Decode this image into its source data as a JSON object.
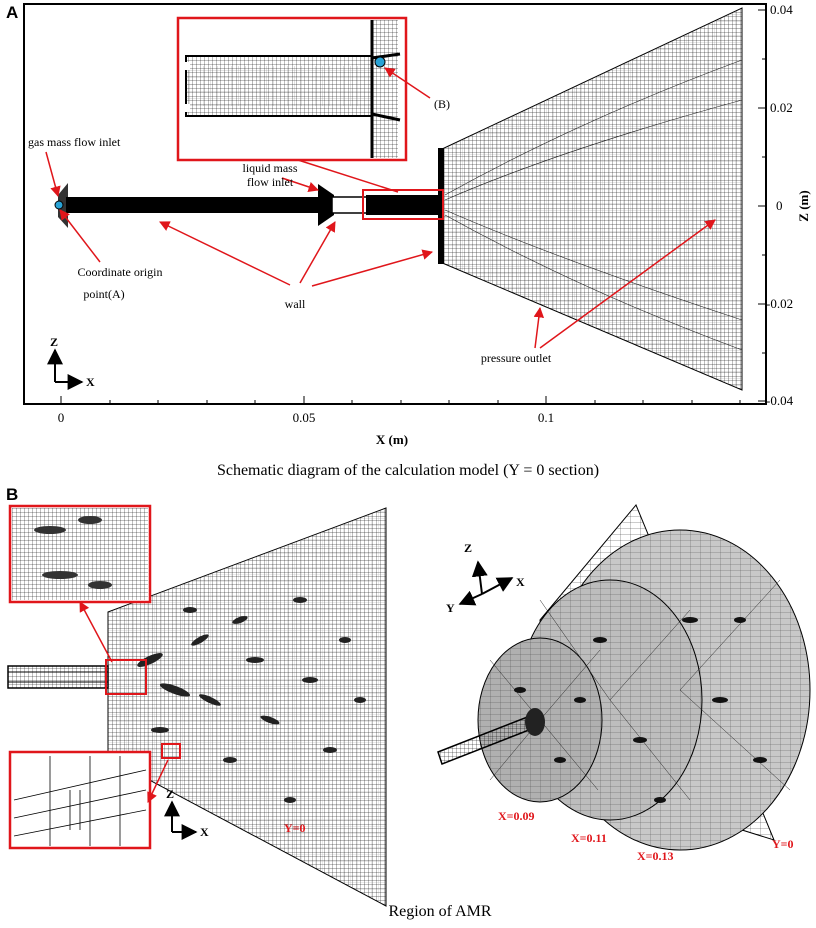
{
  "panel_a": {
    "letter": "A",
    "x_axis_label": "X (m)",
    "z_axis_label": "Z (m)",
    "x_ticks": [
      "0",
      "0.05",
      "0.1"
    ],
    "z_ticks": [
      "0.04",
      "0.02",
      "0",
      "-0.02",
      "-0.04"
    ],
    "labels": {
      "gas_inlet": "gas mass flow inlet",
      "liquid_inlet_line1": "liquid mass",
      "liquid_inlet_line2": "flow inlet",
      "origin_line1": "Coordinate origin",
      "origin_line2": "point(A)",
      "wall": "wall",
      "pressure_outlet": "pressure outlet",
      "point_b": "(B)",
      "axis_z": "Z",
      "axis_x": "X"
    },
    "caption": "Schematic diagram of the calculation model (Y = 0 section)"
  },
  "panel_b": {
    "letter": "B",
    "labels": {
      "y0_left": "Y=0",
      "axis_z": "Z",
      "axis_x": "X",
      "axis3d_z": "Z",
      "axis3d_x": "X",
      "axis3d_y": "Y",
      "x009": "X=0.09",
      "x011": "X=0.11",
      "x013": "X=0.13",
      "y0_right": "Y=0"
    },
    "caption": "Region of AMR"
  },
  "colors": {
    "annotation_red": "#e0161b",
    "marker_blue": "#29a3d6",
    "mesh_dark": "#000000",
    "mesh_gray": "#666666"
  }
}
